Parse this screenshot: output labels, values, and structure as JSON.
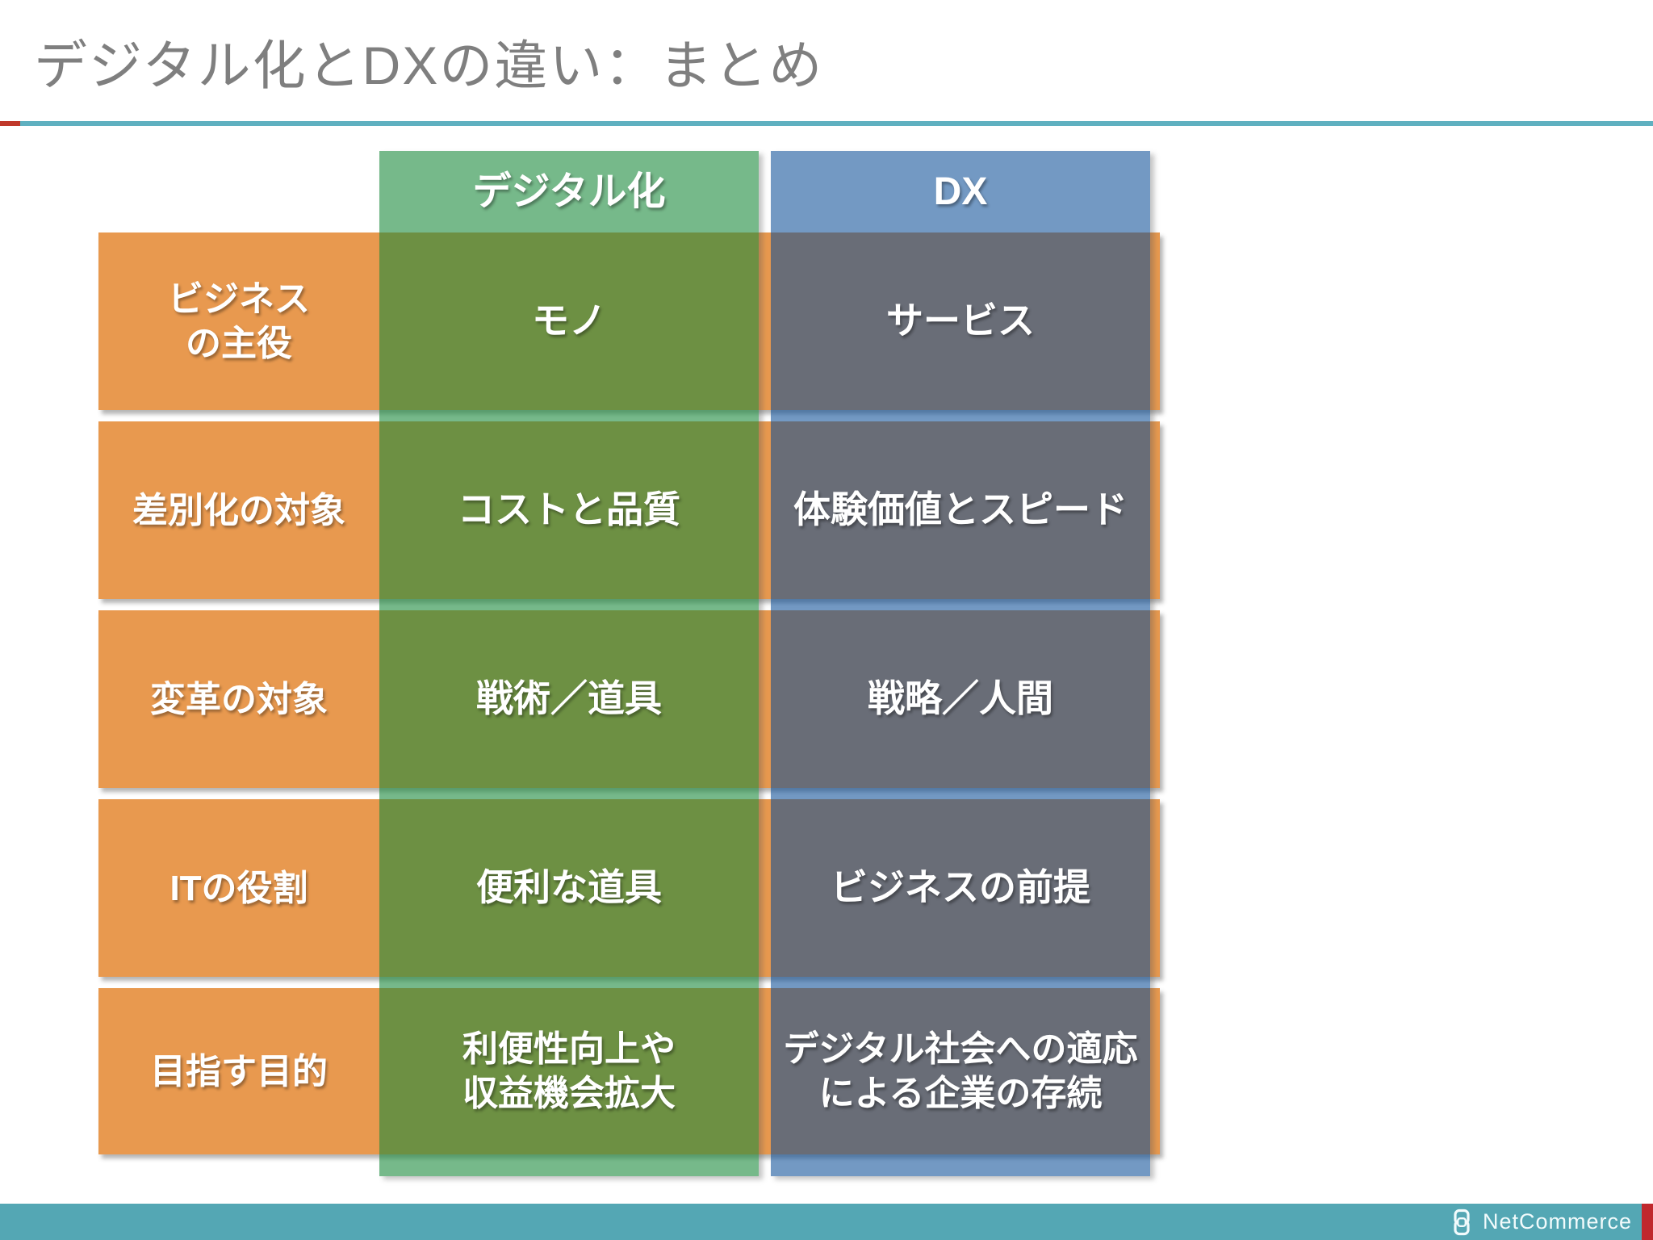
{
  "slide": {
    "title": "デジタル化とDXの違い：まとめ",
    "title_color": "#7F7F7F",
    "accent_rule": {
      "red": "#C0392B",
      "teal": "#5FB0C0"
    }
  },
  "table": {
    "columns": [
      {
        "key": "digitalization",
        "label": "デジタル化",
        "header_color": "#76B98A",
        "cell_color": "#6D8F44"
      },
      {
        "key": "dx",
        "label": "DX",
        "header_color": "#7399C3",
        "cell_color": "#69707A"
      }
    ],
    "row_header_color": "#E8994F",
    "rows": [
      {
        "header": "ビジネス\nの主役",
        "digitalization": "モノ",
        "dx": "サービス"
      },
      {
        "header": "差別化の対象",
        "digitalization": "コストと品質",
        "dx": "体験価値とスピード"
      },
      {
        "header": "変革の対象",
        "digitalization": "戦術／道具",
        "dx": "戦略／人間"
      },
      {
        "header": "ITの役割",
        "digitalization": "便利な道具",
        "dx": "ビジネスの前提"
      },
      {
        "header": "目指す目的",
        "digitalization": "利便性向上や\n収益機会拡大",
        "dx": "デジタル社会への適応\nによる企業の存続"
      }
    ]
  },
  "footer": {
    "brand": "NetCommerce",
    "bar_color": "#54A7B4",
    "accent_color": "#C0282D"
  }
}
